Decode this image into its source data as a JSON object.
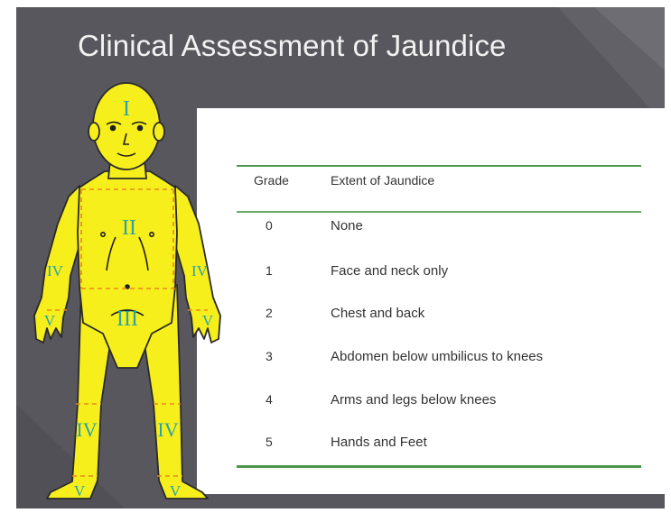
{
  "slide": {
    "title": "Clinical Assessment of Jaundice"
  },
  "figure": {
    "zones": {
      "head": "I",
      "chest": "II",
      "left_forearm": "IV",
      "right_forearm": "IV",
      "abdomen": "III",
      "left_hand": "V",
      "right_hand": "V",
      "left_leg": "IV",
      "right_leg": "IV",
      "left_foot": "V",
      "right_foot": "V"
    },
    "body_color": "#f7ef1c",
    "zone_label_color": "#2aa4a4",
    "divider_color": "#e58a1a"
  },
  "table": {
    "headers": {
      "grade": "Grade",
      "extent": "Extent of Jaundice"
    },
    "rows": [
      {
        "grade": "0",
        "extent": "None"
      },
      {
        "grade": "1",
        "extent": "Face and neck only"
      },
      {
        "grade": "2",
        "extent": "Chest and back"
      },
      {
        "grade": "3",
        "extent": "Abdomen below umbilicus to knees"
      },
      {
        "grade": "4",
        "extent": "Arms and legs below knees"
      },
      {
        "grade": "5",
        "extent": "Hands and Feet"
      }
    ],
    "rule_color": "#4e9a50"
  },
  "colors": {
    "slide_background": "#58575d",
    "title_text": "#f2f2f2",
    "panel_background": "#ffffff"
  }
}
